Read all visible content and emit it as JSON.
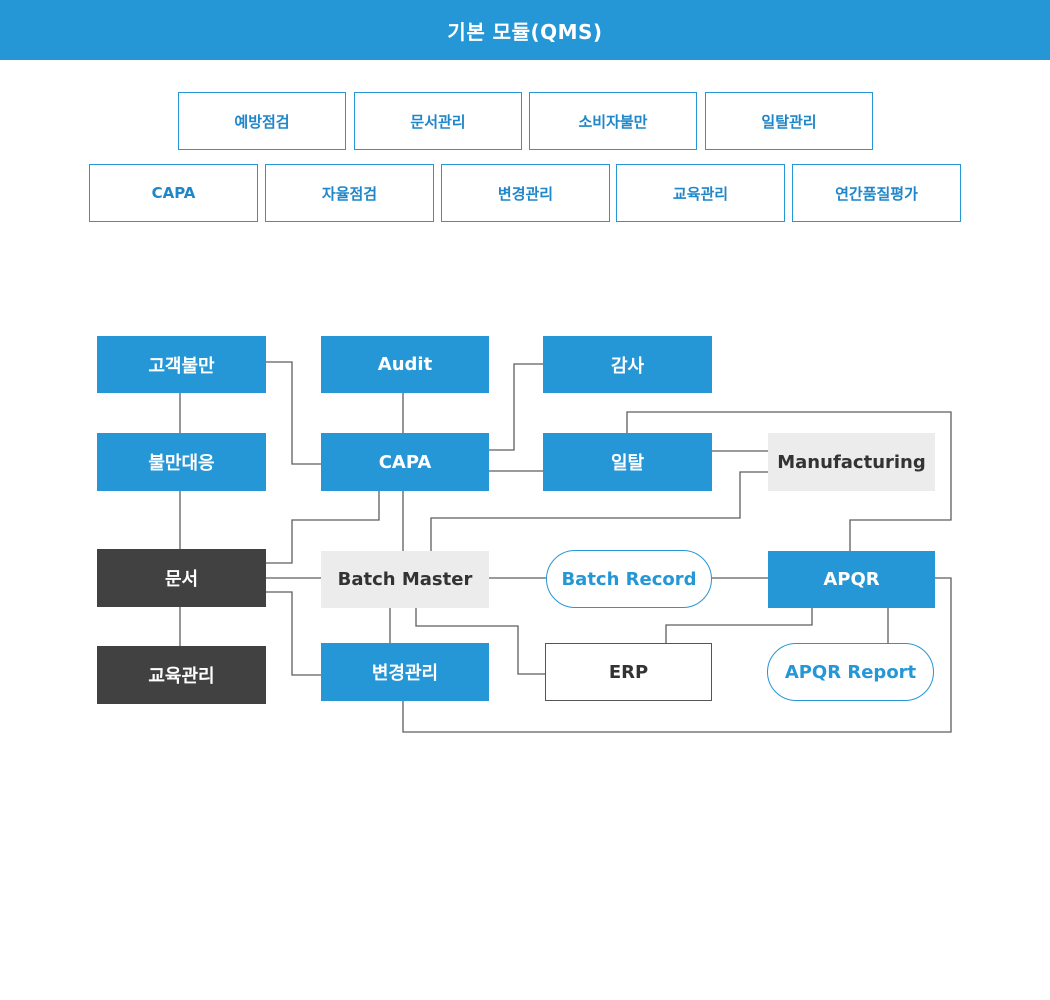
{
  "header": {
    "title": "기본 모듈(QMS)"
  },
  "modules": {
    "row1": [
      "예방점검",
      "문서관리",
      "소비자불만",
      "일탈관리"
    ],
    "row2": [
      "CAPA",
      "자율점검",
      "변경관리",
      "교육관리",
      "연간품질평가"
    ]
  },
  "diagram": {
    "customer_complaint": "고객불만",
    "audit": "Audit",
    "inspection": "감사",
    "complaint_response": "불만대응",
    "capa": "CAPA",
    "deviation": "일탈",
    "manufacturing": "Manufacturing",
    "document": "문서",
    "batch_master": "Batch Master",
    "batch_record": "Batch Record",
    "apqr": "APQR",
    "training": "교육관리",
    "change_control": "변경관리",
    "erp": "ERP",
    "apqr_report": "APQR Report"
  },
  "colors": {
    "primary": "#2596d6",
    "dark_node": "#414141",
    "gray_node": "#ececec",
    "connector": "#5e5e5e"
  }
}
